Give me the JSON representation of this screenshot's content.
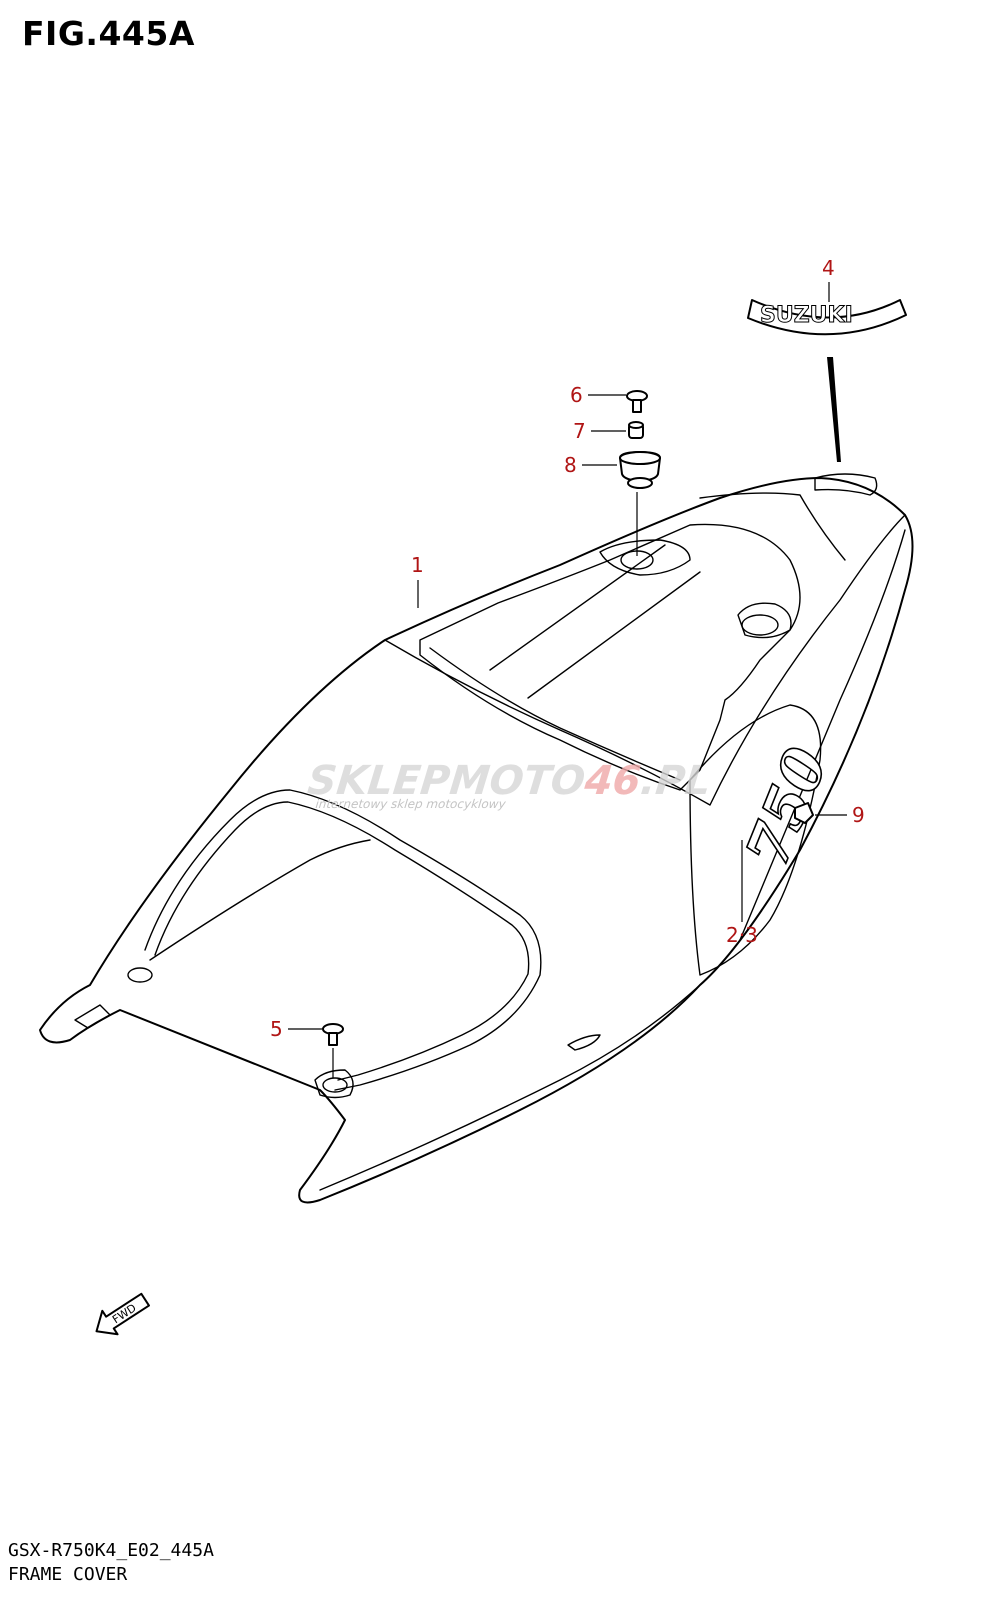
{
  "figure_title": "FIG.445A",
  "callouts": [
    {
      "id": "1",
      "label": "1"
    },
    {
      "id": "2-3",
      "label": "2·3"
    },
    {
      "id": "4",
      "label": "4"
    },
    {
      "id": "5",
      "label": "5"
    },
    {
      "id": "6",
      "label": "6"
    },
    {
      "id": "7",
      "label": "7"
    },
    {
      "id": "8",
      "label": "8"
    },
    {
      "id": "9",
      "label": "9"
    }
  ],
  "emblem_text": "SUZUKI",
  "side_badge_text": "750",
  "fwd_arrow_text": "FWD",
  "watermark": {
    "brand_part1": "SKLEPMOTO",
    "brand_part2": "46",
    "brand_part3": ".PL",
    "tagline": "internetowy sklep motocyklowy"
  },
  "footer": {
    "model_code": "GSX-R750K4_E02_445A",
    "part_name": "FRAME COVER"
  },
  "colors": {
    "callout": "#b01515",
    "watermark_accent": "#f0a8a8"
  }
}
